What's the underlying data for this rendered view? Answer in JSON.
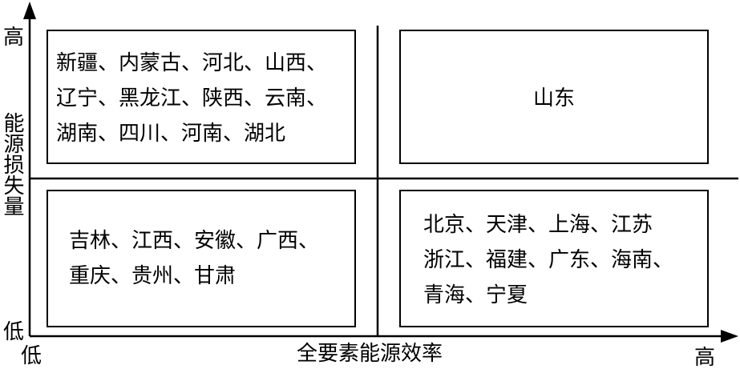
{
  "y_axis": {
    "title": "能源损失量",
    "high_label": "高",
    "low_label": "低"
  },
  "x_axis": {
    "title": "全要素能源效率",
    "low_label": "低",
    "high_label": "高"
  },
  "quadrants": {
    "top_left": {
      "lines": [
        "新疆、内蒙古、河北、山西、",
        "辽宁、黑龙江、陕西、云南、",
        "湖南、四川、河南、湖北"
      ]
    },
    "top_right": {
      "lines": [
        "山东"
      ]
    },
    "bottom_left": {
      "lines": [
        "吉林、江西、安徽、广西、",
        "重庆、贵州、甘肃"
      ]
    },
    "bottom_right": {
      "lines": [
        "北京、天津、上海、江苏",
        "浙江、福建、广东、海南、",
        "青海、宁夏"
      ]
    }
  }
}
